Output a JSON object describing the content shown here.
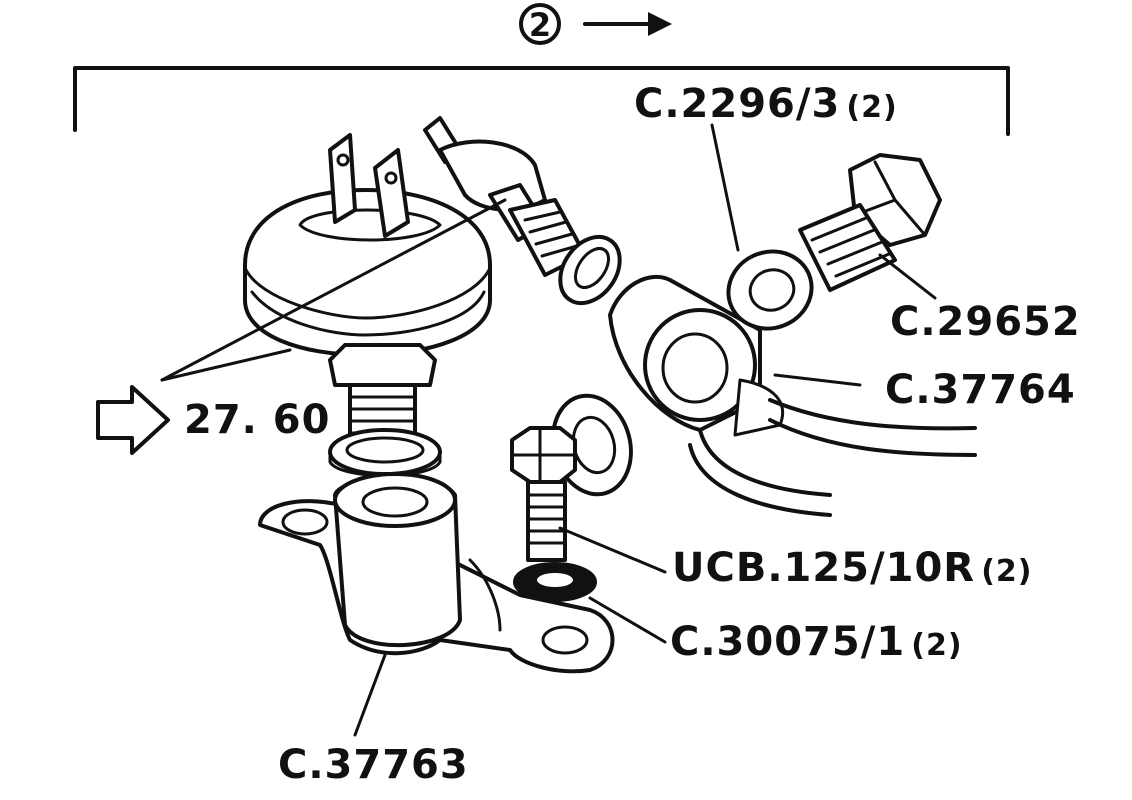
{
  "header": {
    "step_number": "2",
    "arrow": "right-arrow-icon"
  },
  "labels": {
    "c2296": "C.2296/3",
    "c2296_qty": "(2)",
    "c29652": "C.29652",
    "c37764": "C.37764",
    "ref": "27. 60",
    "ucb": "UCB.125/10R",
    "ucb_qty": "(2)",
    "c30075": "C.30075/1",
    "c30075_qty": "(2)",
    "c37763": "C.37763"
  },
  "colors": {
    "ink": "#111111",
    "paper": "#ffffff"
  }
}
